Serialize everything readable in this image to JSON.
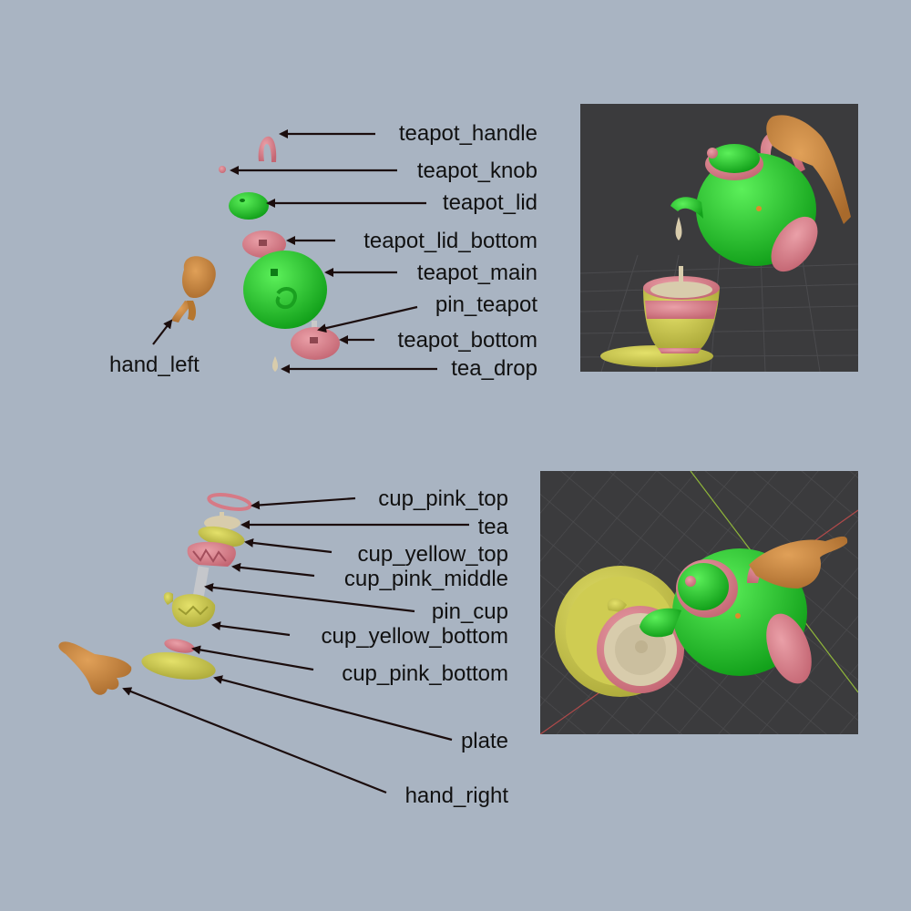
{
  "colors": {
    "background": "#a9b4c2",
    "green": "#22c32a",
    "pink": "#d67a86",
    "yellow": "#c9c64a",
    "skin": "#c8873e",
    "cream": "#d8ccac",
    "viewport": "#3b3b3d",
    "arrow": "#1b0d0d"
  },
  "teapot_section": {
    "labels": {
      "teapot_handle": "teapot_handle",
      "teapot_knob": "teapot_knob",
      "teapot_lid": "teapot_lid",
      "teapot_lid_bottom": "teapot_lid_bottom",
      "teapot_main": "teapot_main",
      "pin_teapot": "pin_teapot",
      "teapot_bottom": "teapot_bottom",
      "tea_drop": "tea_drop",
      "hand_left": "hand_left"
    }
  },
  "cup_section": {
    "labels": {
      "cup_pink_top": "cup_pink_top",
      "tea": "tea",
      "cup_yellow_top": "cup_yellow_top",
      "cup_pink_middle": "cup_pink_middle",
      "pin_cup": "pin_cup",
      "cup_yellow_bottom": "cup_yellow_bottom",
      "cup_pink_bottom": "cup_pink_bottom",
      "plate": "plate",
      "hand_right": "hand_right"
    }
  }
}
